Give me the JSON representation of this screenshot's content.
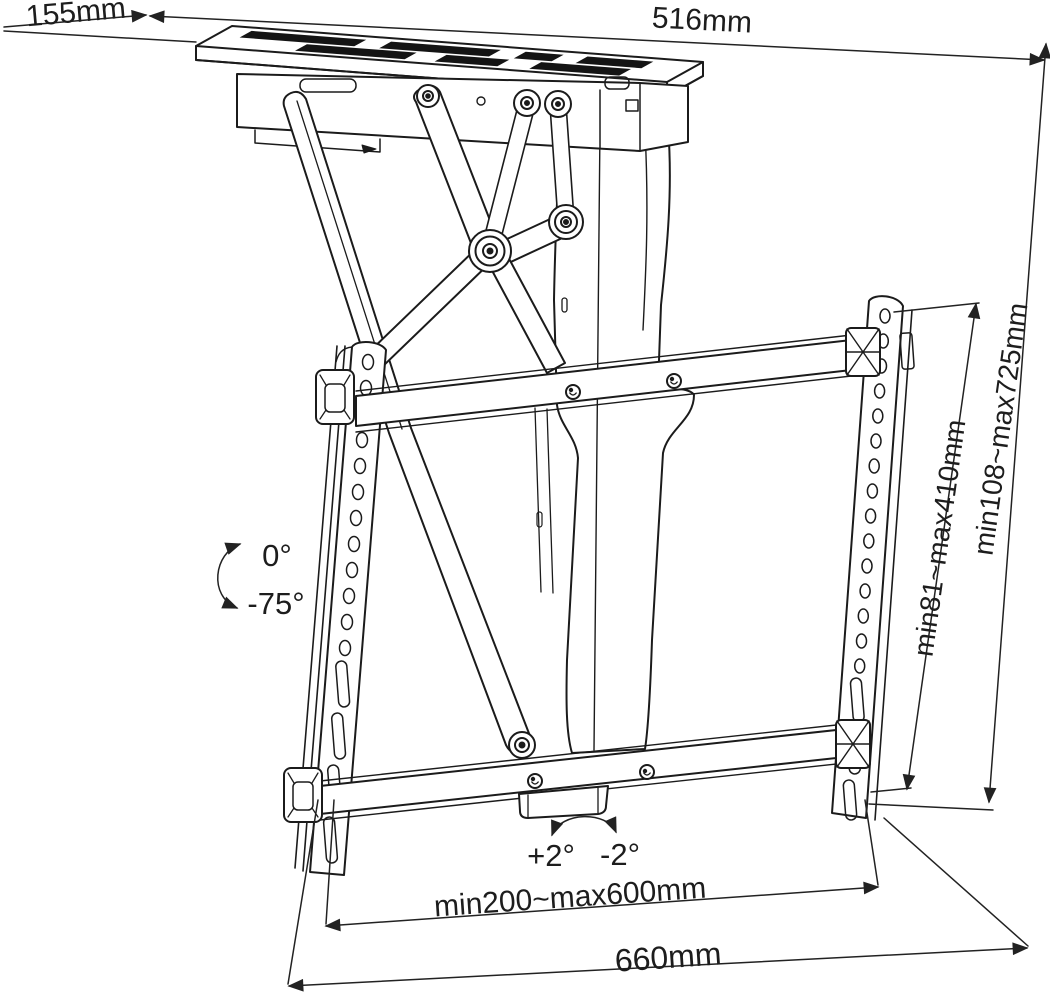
{
  "drawing": {
    "background": "#ffffff",
    "line_color": "#1b1b1b",
    "dimension_color": "#222222",
    "labels": {
      "top_depth": "155mm",
      "top_width": "516mm",
      "tilt_max": "0°",
      "tilt_min": "-75°",
      "swivel_pos": "+2°",
      "swivel_neg": "-2°",
      "side_inner_range": "min81~max410mm",
      "side_outer_range": "min108~max725mm",
      "bottom_inner_range": "min200~max600mm",
      "bottom_width": "660mm"
    }
  }
}
